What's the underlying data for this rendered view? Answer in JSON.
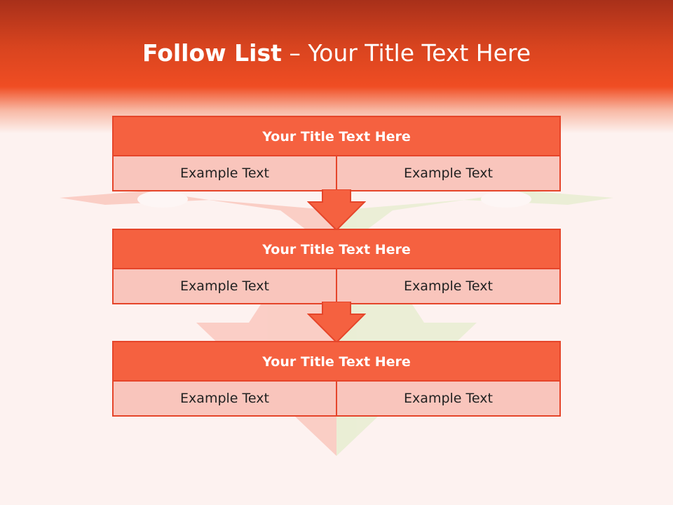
{
  "slide": {
    "title_bold": "Follow List",
    "title_rest": " – Your Title Text Here"
  },
  "blocks": [
    {
      "title": "Your Title Text Here",
      "left": "Example Text",
      "right": "Example Text"
    },
    {
      "title": "Your Title Text Here",
      "left": "Example Text",
      "right": "Example Text"
    },
    {
      "title": "Your Title Text Here",
      "left": "Example Text",
      "right": "Example Text"
    }
  ],
  "colors": {
    "accent": "#f56140",
    "border": "#e5452a",
    "cell_fill": "#f9c5bc",
    "header_dark": "#a8301a"
  }
}
